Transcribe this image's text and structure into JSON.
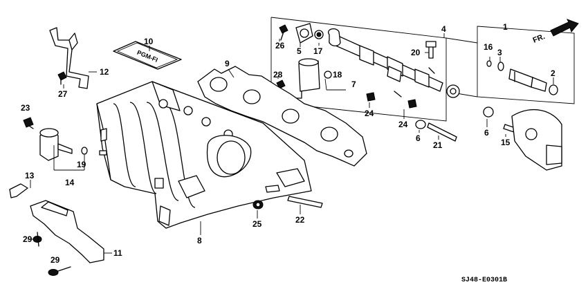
{
  "diagram_code": "SJ48-E0301B",
  "direction_label": "FR.",
  "emblem_text": "PGM-FI",
  "callouts": [
    {
      "id": "1",
      "label": "1"
    },
    {
      "id": "2",
      "label": "2"
    },
    {
      "id": "3",
      "label": "3"
    },
    {
      "id": "4",
      "label": "4"
    },
    {
      "id": "5",
      "label": "5"
    },
    {
      "id": "6a",
      "label": "6"
    },
    {
      "id": "6b",
      "label": "6"
    },
    {
      "id": "7",
      "label": "7"
    },
    {
      "id": "8",
      "label": "8"
    },
    {
      "id": "9",
      "label": "9"
    },
    {
      "id": "10",
      "label": "10"
    },
    {
      "id": "11",
      "label": "11"
    },
    {
      "id": "12",
      "label": "12"
    },
    {
      "id": "13",
      "label": "13"
    },
    {
      "id": "14",
      "label": "14"
    },
    {
      "id": "15",
      "label": "15"
    },
    {
      "id": "16",
      "label": "16"
    },
    {
      "id": "17",
      "label": "17"
    },
    {
      "id": "18",
      "label": "18"
    },
    {
      "id": "19",
      "label": "19"
    },
    {
      "id": "20",
      "label": "20"
    },
    {
      "id": "21",
      "label": "21"
    },
    {
      "id": "22",
      "label": "22"
    },
    {
      "id": "23",
      "label": "23"
    },
    {
      "id": "24a",
      "label": "24"
    },
    {
      "id": "24b",
      "label": "24"
    },
    {
      "id": "25",
      "label": "25"
    },
    {
      "id": "26",
      "label": "26"
    },
    {
      "id": "27",
      "label": "27"
    },
    {
      "id": "28",
      "label": "28"
    },
    {
      "id": "29a",
      "label": "29"
    },
    {
      "id": "29b",
      "label": "29"
    }
  ]
}
